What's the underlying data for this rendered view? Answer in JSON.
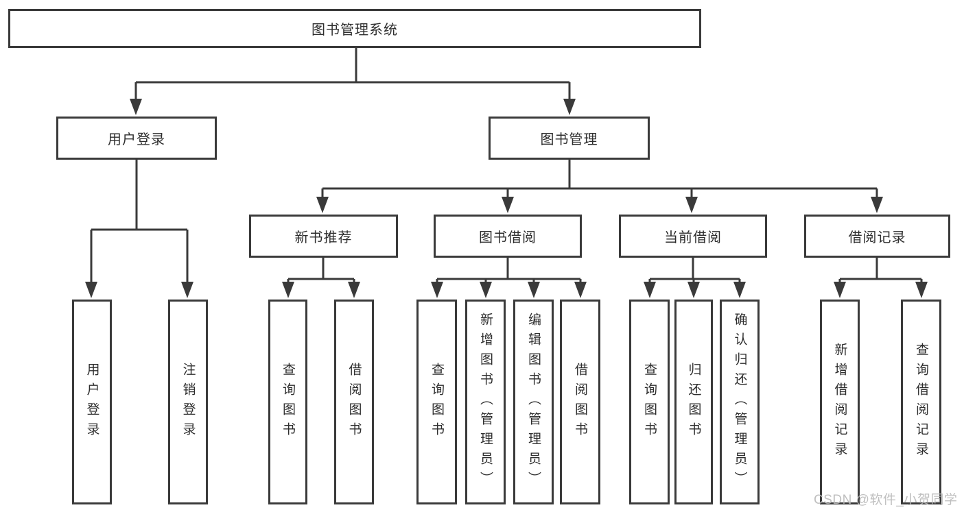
{
  "diagram": {
    "root": {
      "label": "图书管理系统"
    },
    "branches": [
      {
        "label": "用户登录",
        "children": [
          {
            "label": "用户登录"
          },
          {
            "label": "注销登录"
          }
        ]
      },
      {
        "label": "图书管理",
        "groups": [
          {
            "label": "新书推荐",
            "children": [
              {
                "label": "查询图书"
              },
              {
                "label": "借阅图书"
              }
            ]
          },
          {
            "label": "图书借阅",
            "children": [
              {
                "label": "查询图书"
              },
              {
                "label": "新增图书（管理员）"
              },
              {
                "label": "编辑图书（管理员）"
              },
              {
                "label": "借阅图书"
              }
            ]
          },
          {
            "label": "当前借阅",
            "children": [
              {
                "label": "查询图书"
              },
              {
                "label": "归还图书"
              },
              {
                "label": "确认归还（管理员）"
              }
            ]
          },
          {
            "label": "借阅记录",
            "children": [
              {
                "label": "新增借阅记录"
              },
              {
                "label": "查询借阅记录"
              }
            ]
          }
        ]
      }
    ]
  },
  "watermark": "CSDN @软件_小贺同学",
  "colors": {
    "line": "#3a3a3a",
    "text": "#2e2e2e",
    "background": "#ffffff",
    "watermark": "#b9b9b9"
  }
}
